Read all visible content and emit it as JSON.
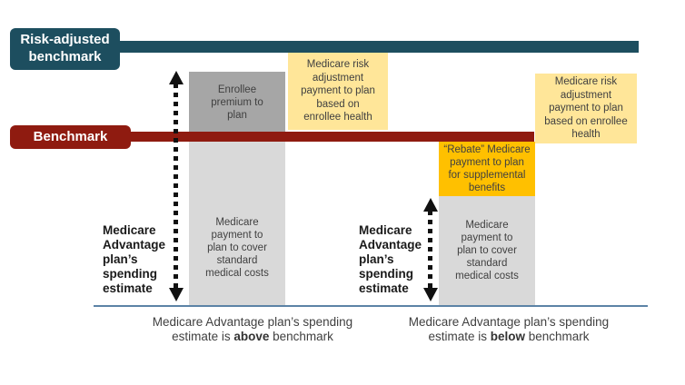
{
  "colors": {
    "risk_adjusted_teal": "#1d4e5f",
    "benchmark_red": "#8f1b10",
    "risk_adjustment_yellow": "#ffe699",
    "rebate_orange": "#ffc000",
    "enrollee_premium_gray": "#a6a6a6",
    "medicare_payment_gray": "#d9d9d9",
    "baseline_blue": "#5c83a6"
  },
  "benchmarks": {
    "risk_adjusted_label": "Risk-adjusted\nbenchmark",
    "benchmark_label": "Benchmark"
  },
  "left_scenario": {
    "spending_estimate_label": "Medicare\nAdvantage\nplan’s\nspending\nestimate",
    "enrollee_premium_label": "Enrollee\npremium to\nplan",
    "medicare_payment_label": "Medicare\npayment to\nplan to cover\nstandard\nmedical costs",
    "risk_adjustment_note": "Medicare risk\nadjustment\npayment to plan\nbased on\nenrollee health",
    "caption": {
      "line1": "Medicare Advantage plan’s spending",
      "line2_prefix": "estimate is ",
      "line2_bold": "above",
      "line2_suffix": " benchmark"
    }
  },
  "right_scenario": {
    "spending_estimate_label": "Medicare\nAdvantage\nplan’s\nspending\nestimate",
    "rebate_label": "“Rebate” Medicare\npayment to plan\nfor supplemental\nbenefits",
    "medicare_payment_label": "Medicare\npayment to\nplan to cover\nstandard\nmedical costs",
    "risk_adjustment_note": "Medicare risk\nadjustment\npayment to plan\nbased on enrollee\nhealth",
    "caption": {
      "line1": "Medicare Advantage plan’s spending",
      "line2_prefix": "estimate is ",
      "line2_bold": "below",
      "line2_suffix": " benchmark"
    }
  }
}
